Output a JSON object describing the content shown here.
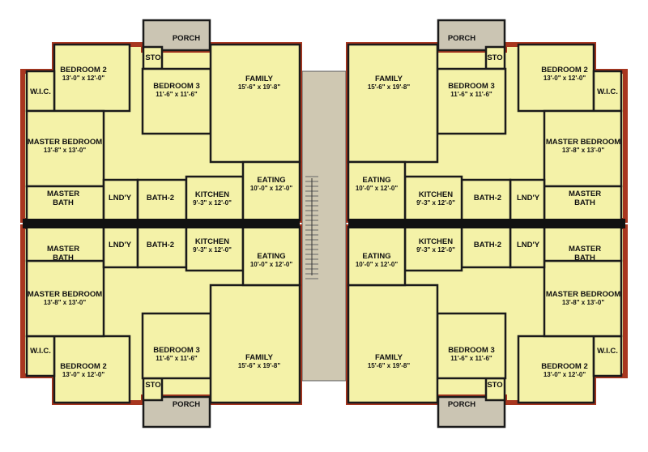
{
  "plan": {
    "units": [
      "unit-top-left",
      "unit-top-right",
      "unit-bottom-left",
      "unit-bottom-right"
    ],
    "rooms": [
      {
        "id": "porch",
        "name": "PORCH",
        "dims": ""
      },
      {
        "id": "sto",
        "name": "STO",
        "dims": ""
      },
      {
        "id": "bedroom2",
        "name": "BEDROOM 2",
        "dims": "13'-0\" x 12'-0\""
      },
      {
        "id": "wic",
        "name": "W.I.C.",
        "dims": ""
      },
      {
        "id": "bedroom3",
        "name": "BEDROOM 3",
        "dims": "11'-6\" x 11'-6\""
      },
      {
        "id": "family",
        "name": "FAMILY",
        "dims": "15'-6\" x 19'-8\""
      },
      {
        "id": "master-bedroom",
        "name": "MASTER BEDROOM",
        "dims": "13'-8\" x 13'-0\""
      },
      {
        "id": "master-bath",
        "name": "MASTER\nBATH",
        "dims": ""
      },
      {
        "id": "laundry",
        "name": "LND'Y",
        "dims": ""
      },
      {
        "id": "bath2",
        "name": "BATH-2",
        "dims": ""
      },
      {
        "id": "kitchen",
        "name": "KITCHEN",
        "dims": "9'-3\" x 12'-0\""
      },
      {
        "id": "eating",
        "name": "EATING",
        "dims": "10'-0\" x 12'-0\""
      }
    ],
    "colors": {
      "floor": "#f4f2a8",
      "porch": "#cbc5b3",
      "exterior_wall": "#a8361f",
      "corridor": "#cfc8b2",
      "wall": "#1a1a1a"
    }
  }
}
